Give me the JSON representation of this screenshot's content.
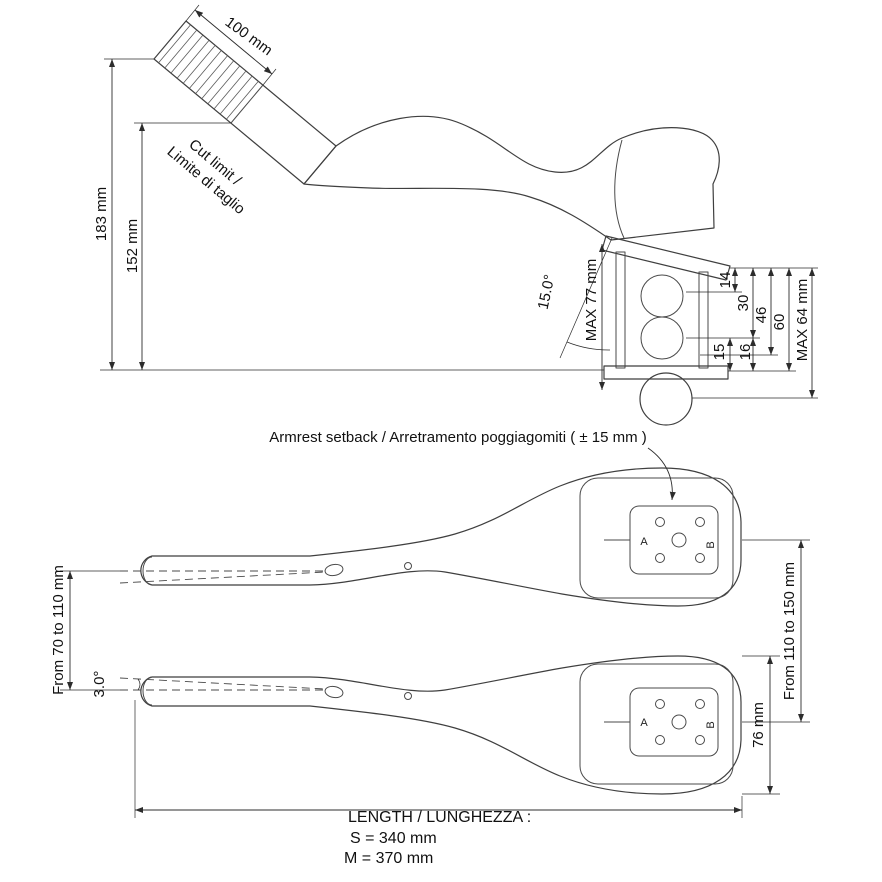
{
  "drawing": {
    "accent_color": "#2c2c2c",
    "background_color": "#ffffff"
  },
  "side_view": {
    "cut_length": "100 mm",
    "cut_limit_line1": "Cut limit /",
    "cut_limit_line2": "Limite di taglio",
    "height_total": "183 mm",
    "height_cut": "152 mm",
    "tilt_angle": "15.0°",
    "max_stack_left": "MAX 77 mm",
    "spacer_14": "14",
    "spacer_30": "30",
    "spacer_46": "46",
    "spacer_60": "60",
    "spacer_15": "15",
    "spacer_16": "16",
    "max_stack_right": "MAX 64 mm"
  },
  "plan_view": {
    "armrest_setback": "Armrest setback / Arretramento poggiagomiti ( ± 15 mm )",
    "grip_spacing": "From 70 to 110 mm",
    "grip_angle": "3.0°",
    "pad_spacing": "From 110 to 150 mm",
    "pad_width": "76 mm",
    "hole_label_a": "A",
    "hole_label_b": "B",
    "length_title": "LENGTH / LUNGHEZZA :",
    "length_s": "S  = 340 mm",
    "length_m": "M = 370 mm"
  }
}
